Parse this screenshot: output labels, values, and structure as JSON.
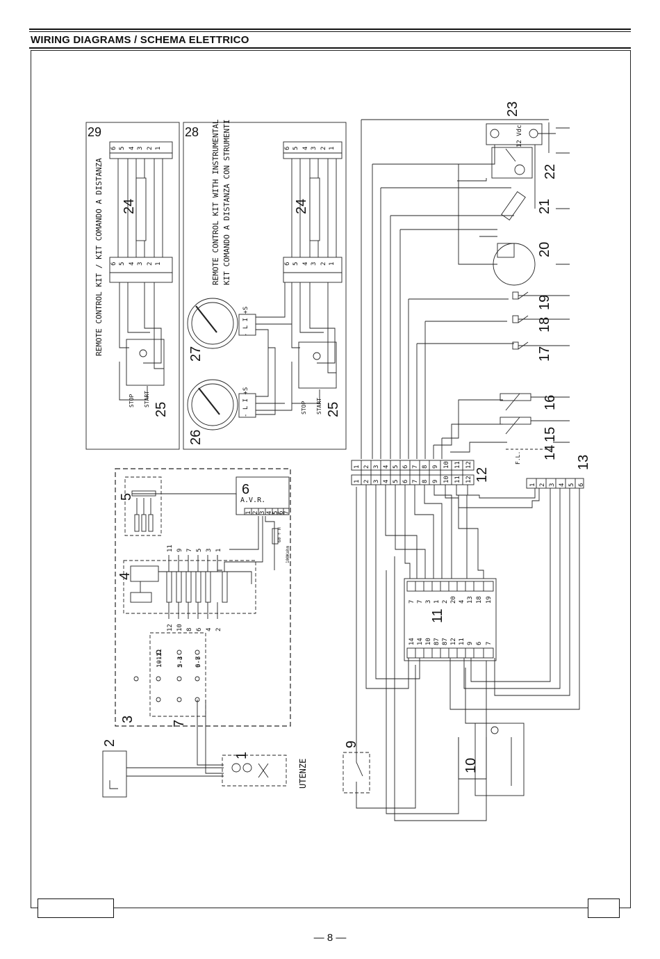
{
  "header": {
    "title": "WIRING DIAGRAMS / SCHEMA ELETTRICO"
  },
  "footer": {
    "page_number": "8"
  },
  "panel29": {
    "number": "29",
    "caption_line1": "REMOTE CONTROL KIT / KIT COMANDO A DISTANZA",
    "cable_label": "24",
    "switch_label": "25",
    "start_text": "START",
    "stop_text": "STOP",
    "pins": [
      "6",
      "5",
      "4",
      "3",
      "2",
      "1"
    ]
  },
  "panel28": {
    "number": "28",
    "caption_line1": "REMOTE CONTROL KIT WITH INSTRUMENTAL",
    "caption_line2": "KIT COMANDO A DISTANZA CON STRUMENTI",
    "cable_label": "24",
    "switch_label": "25",
    "start_text": "START",
    "stop_text": "STOP",
    "gauge1_label": "26",
    "gauge2_label": "27",
    "gauge_terminals": "- L I +S"
  },
  "components": {
    "c1": "1",
    "c2": "2",
    "c3": "3",
    "c4": "4",
    "c5": "5",
    "c6": "6",
    "c7": "7",
    "c9": "9",
    "c10": "10",
    "c11": "11",
    "c12": "12",
    "c13": "13",
    "c14": "14",
    "c15": "15",
    "c16": "16",
    "c17": "17",
    "c18": "18",
    "c19": "19",
    "c20": "20",
    "c21": "21",
    "c22": "22",
    "c23": "23"
  },
  "avr_label": "A.V.R.",
  "battery_label": "12 Vdc",
  "utenze_label": "UTENZE",
  "terminal_strip_12": [
    "1",
    "2",
    "3",
    "4",
    "5",
    "6",
    "7",
    "8",
    "9",
    "10",
    "11",
    "12"
  ],
  "terminal_strip_13": [
    "1",
    "2",
    "3",
    "4",
    "5",
    "6"
  ],
  "relay_pins_top": [
    "7",
    "7",
    "3",
    "1",
    "2",
    "20",
    "4",
    "13",
    "18",
    "19"
  ],
  "relay_pins_bottom": [
    "14",
    "14",
    "10",
    "87",
    "87",
    "12",
    "11",
    "9",
    "6",
    "7"
  ],
  "avr_pins": [
    "1",
    "2",
    "3",
    "4",
    "5",
    "6",
    "7"
  ],
  "winding_top": [
    "11",
    "9",
    "7",
    "5",
    "3",
    "1"
  ],
  "winding_bottom": [
    "12",
    "10",
    "8",
    "6",
    "4",
    "2"
  ],
  "link_labels": [
    "10-11",
    "1-12",
    "2-3",
    "5-4",
    "6-7",
    "9-8"
  ],
  "misc_labels": {
    "resistor": "100Kohm",
    "sense": "60 ÷ H",
    "fl": "F.L."
  }
}
